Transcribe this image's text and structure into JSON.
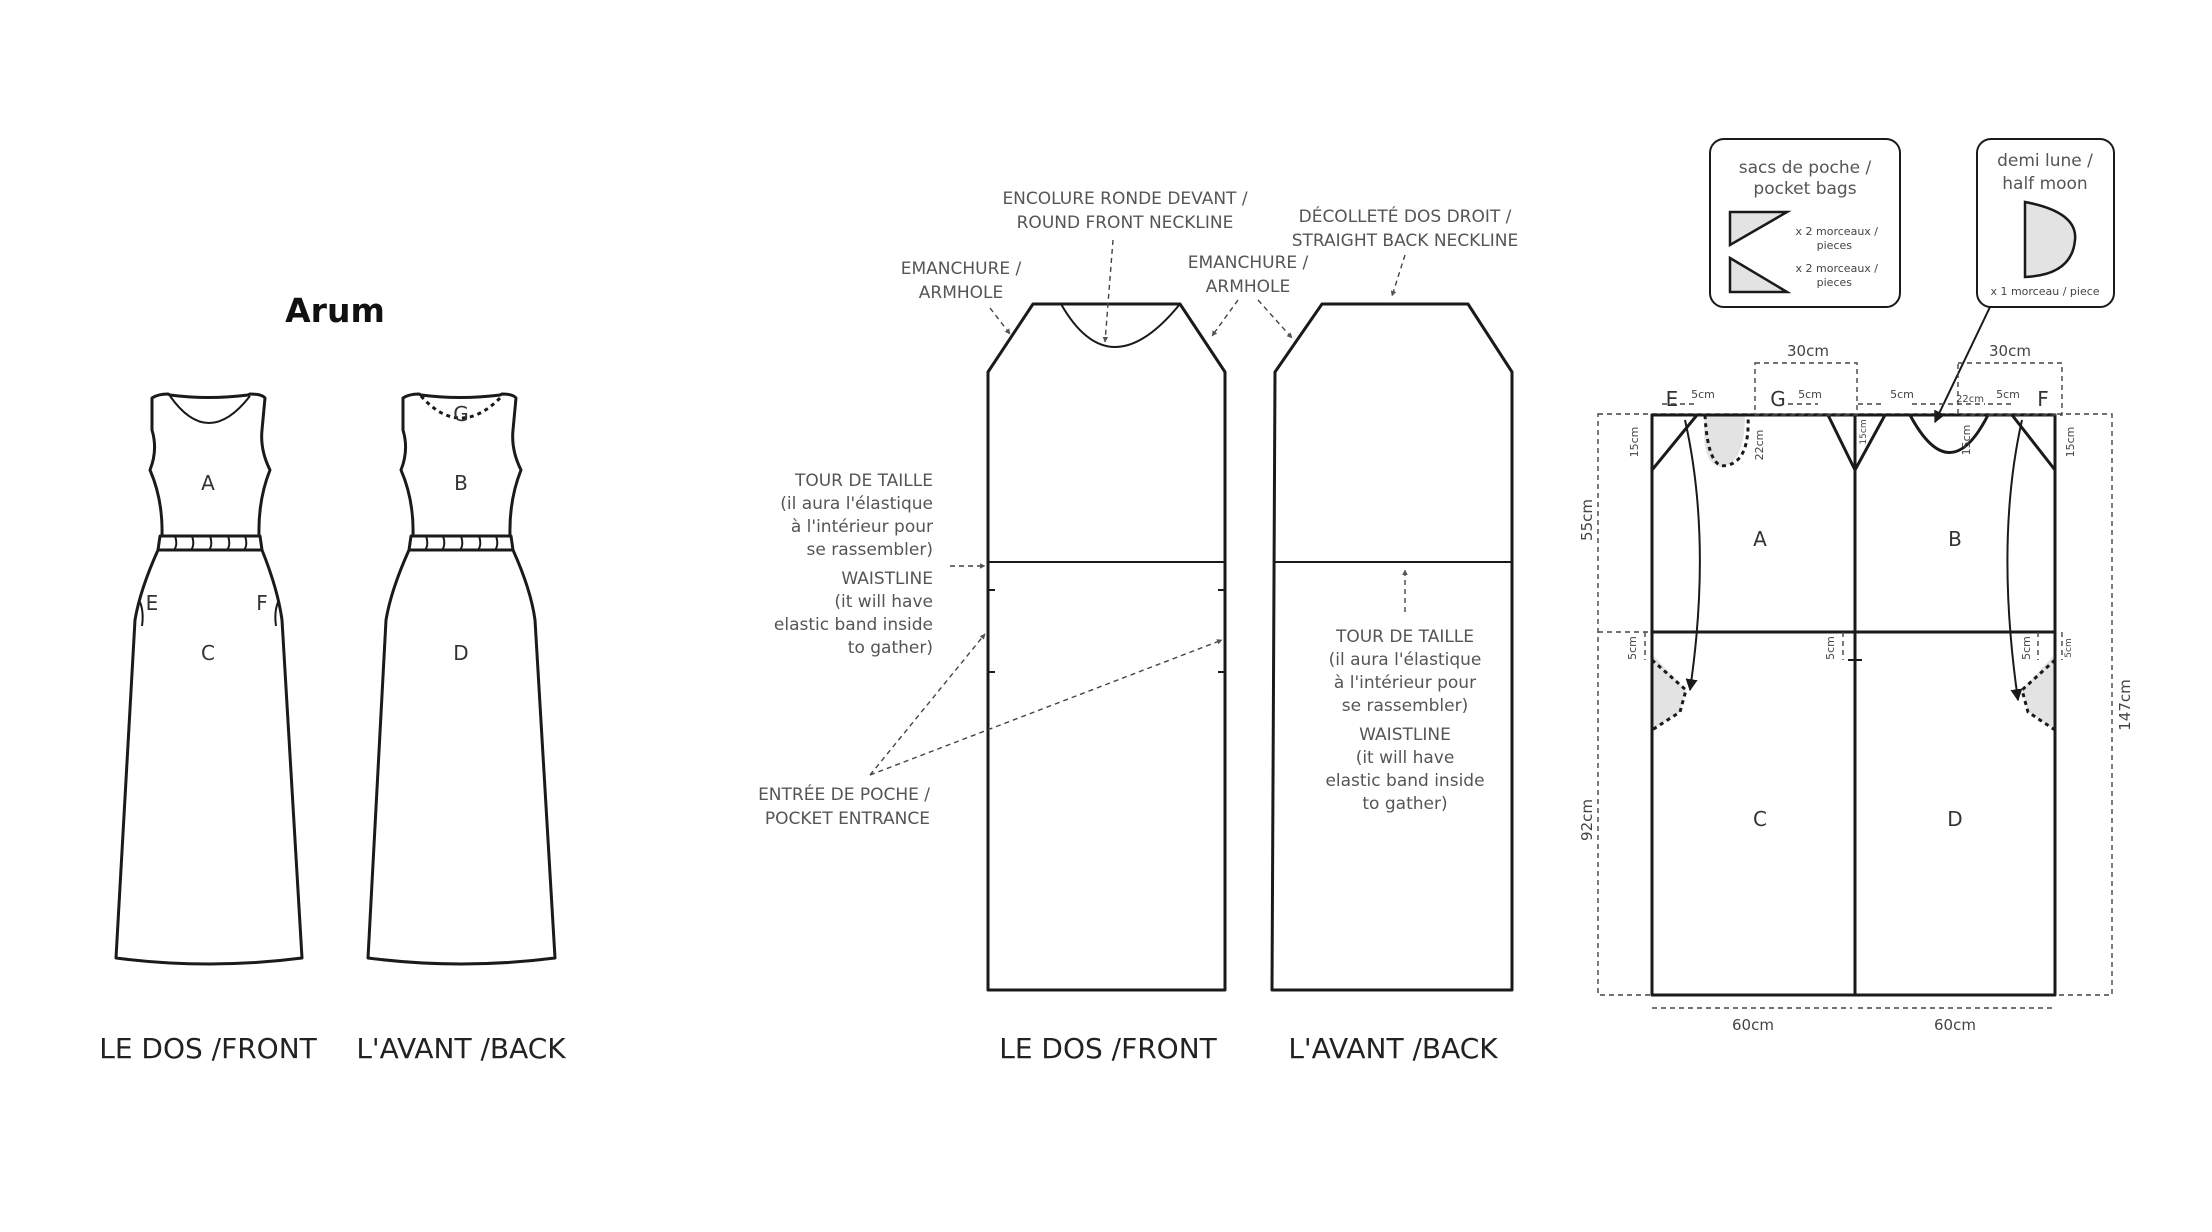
{
  "title": "Arum",
  "sketch": {
    "pieces": {
      "a": "A",
      "b": "B",
      "c": "C",
      "d": "D",
      "e": "E",
      "f": "F",
      "g": "G"
    },
    "front_caption": "LE DOS /FRONT",
    "back_caption": "L'AVANT /BACK"
  },
  "flat": {
    "neck_front": [
      "ENCOLURE RONDE DEVANT /",
      "ROUND FRONT NECKLINE"
    ],
    "neck_back": [
      "DÉCOLLETÉ DOS DROIT /",
      "STRAIGHT BACK NECKLINE"
    ],
    "armhole_left": [
      "EMANCHURE /",
      "ARMHOLE"
    ],
    "armhole_right": [
      "EMANCHURE /",
      "ARMHOLE"
    ],
    "waist_left": [
      "TOUR DE TAILLE",
      "(il aura l'élastique",
      "à l'intérieur pour",
      "se rassembler)",
      "WAISTLINE",
      "(it will have",
      "elastic band inside",
      "to gather)"
    ],
    "waist_right": [
      "TOUR DE TAILLE",
      "(il aura l'élastique",
      "à l'intérieur pour",
      "se rassembler)",
      "WAISTLINE",
      "(it will have",
      "elastic band inside",
      "to gather)"
    ],
    "pocket_entrance": [
      "ENTRÉE DE POCHE /",
      "POCKET ENTRANCE"
    ],
    "front_caption": "LE DOS /FRONT",
    "back_caption": "L'AVANT /BACK"
  },
  "layout": {
    "pocket_box": {
      "title": [
        "sacs de poche /",
        "pocket bags"
      ],
      "qty1": [
        "x 2 morceaux /",
        "pieces"
      ],
      "qty2": [
        "x 2 morceaux /",
        "pieces"
      ]
    },
    "moon_box": {
      "title": [
        "demi lune /",
        "half moon"
      ],
      "qty": "x 1 morceau / piece"
    },
    "pieces": {
      "a": "A",
      "b": "B",
      "c": "C",
      "d": "D",
      "e": "E",
      "f": "F",
      "g": "G"
    },
    "dims": {
      "neck_w1": "30cm",
      "neck_w2": "30cm",
      "cm5_1": "5cm",
      "cm5_2": "5cm",
      "cm5_3": "5cm",
      "cm5_4": "5cm",
      "cm22_a": "22cm",
      "cm22_b": "22cm",
      "cm15_a": "15cm",
      "cm15_b": "15cm",
      "cm15_c": "15cm",
      "cm15_d": "15cm",
      "cm5_v1": "5cm",
      "cm5_v2": "5cm",
      "cm5_v3": "5cm",
      "cm5_v4": "5cm",
      "h55": "55cm",
      "h92": "92cm",
      "h147": "147cm",
      "w60a": "60cm",
      "w60b": "60cm"
    }
  },
  "colors": {
    "stroke": "#1a1a1a",
    "shade": "#e3e3e3",
    "text": "#555555"
  }
}
